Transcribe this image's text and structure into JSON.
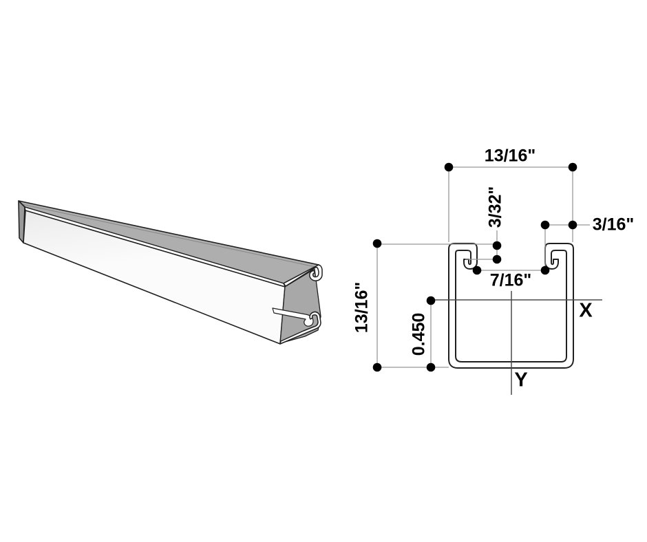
{
  "figure": {
    "cross_section": {
      "dim_top_width": "13/16\"",
      "dim_lip_return": "3/32\"",
      "dim_lip_width": "3/16\"",
      "dim_opening_width": "7/16\"",
      "dim_height": "13/16\"",
      "dim_centroid_height": "0.450",
      "axis_x_label": "X",
      "axis_y_label": "Y"
    },
    "colors": {
      "line": "#1f1f1f",
      "dim": "#989898",
      "axis": "#4a4a4a",
      "text": "#000000",
      "bg": "#ffffff",
      "metalTop": "#aeaeae",
      "metalFrontLight": "#fbfbfb",
      "metalFrontShade": "#ebebeb",
      "metalEnd": "#9a9a9a",
      "cavity": "#a8a8a8",
      "highlight": "#ffffff"
    }
  }
}
